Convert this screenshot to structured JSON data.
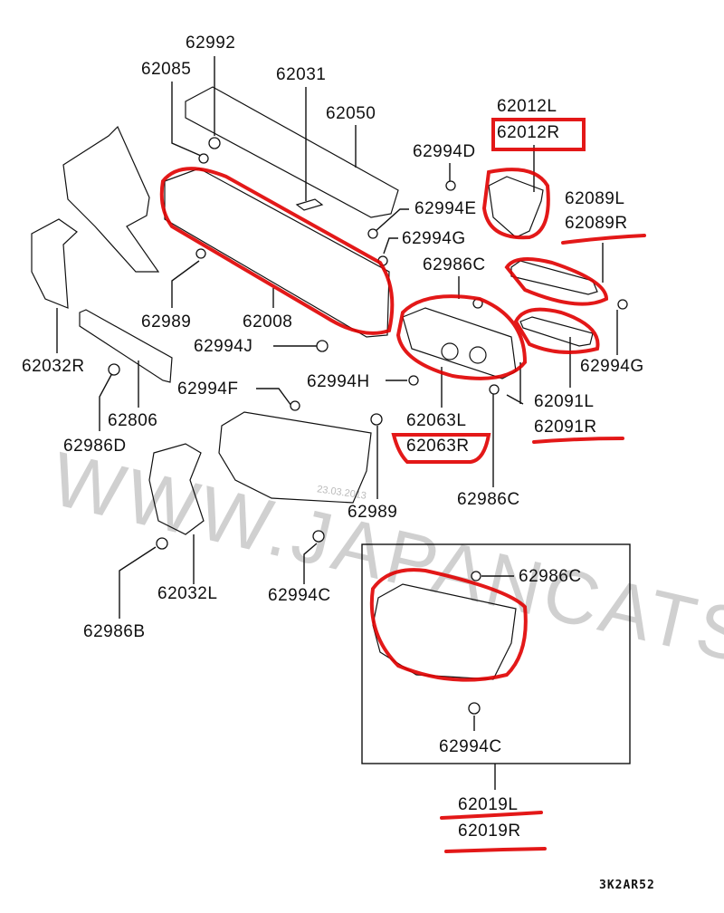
{
  "diagram": {
    "title_code": "3K2AR52",
    "watermark": "WWW.JAPANCATS.RU",
    "stamp": "23.03.2013",
    "highlight_color": "#e00000",
    "line_color": "#111111",
    "labels": {
      "p62992": "62992",
      "p62085": "62085",
      "p62031": "62031",
      "p62050": "62050",
      "p62012L": "62012L",
      "p62012R": "62012R",
      "p62994D": "62994D",
      "p62994E": "62994E",
      "p62994G_a": "62994G",
      "p62089L": "62089L",
      "p62089R": "62089R",
      "p62986C_a": "62986C",
      "p62989_a": "62989",
      "p62008": "62008",
      "p62994J": "62994J",
      "p62032R": "62032R",
      "p62994G_b": "62994G",
      "p62994H": "62994H",
      "p62994F": "62994F",
      "p62806": "62806",
      "p62091L": "62091L",
      "p62091R": "62091R",
      "p62063L": "62063L",
      "p62063R": "62063R",
      "p62986D": "62986D",
      "p62989_b": "62989",
      "p62986C_b": "62986C",
      "p62032L": "62032L",
      "p62994C_a": "62994C",
      "p62986B": "62986B",
      "p62986C_c": "62986C",
      "p62994C_b": "62994C",
      "p62019L": "62019L",
      "p62019R": "62019R"
    },
    "highlighted_parts": [
      "62012R",
      "62089R",
      "62008",
      "62063R",
      "62091R",
      "62019L",
      "62019R"
    ]
  }
}
